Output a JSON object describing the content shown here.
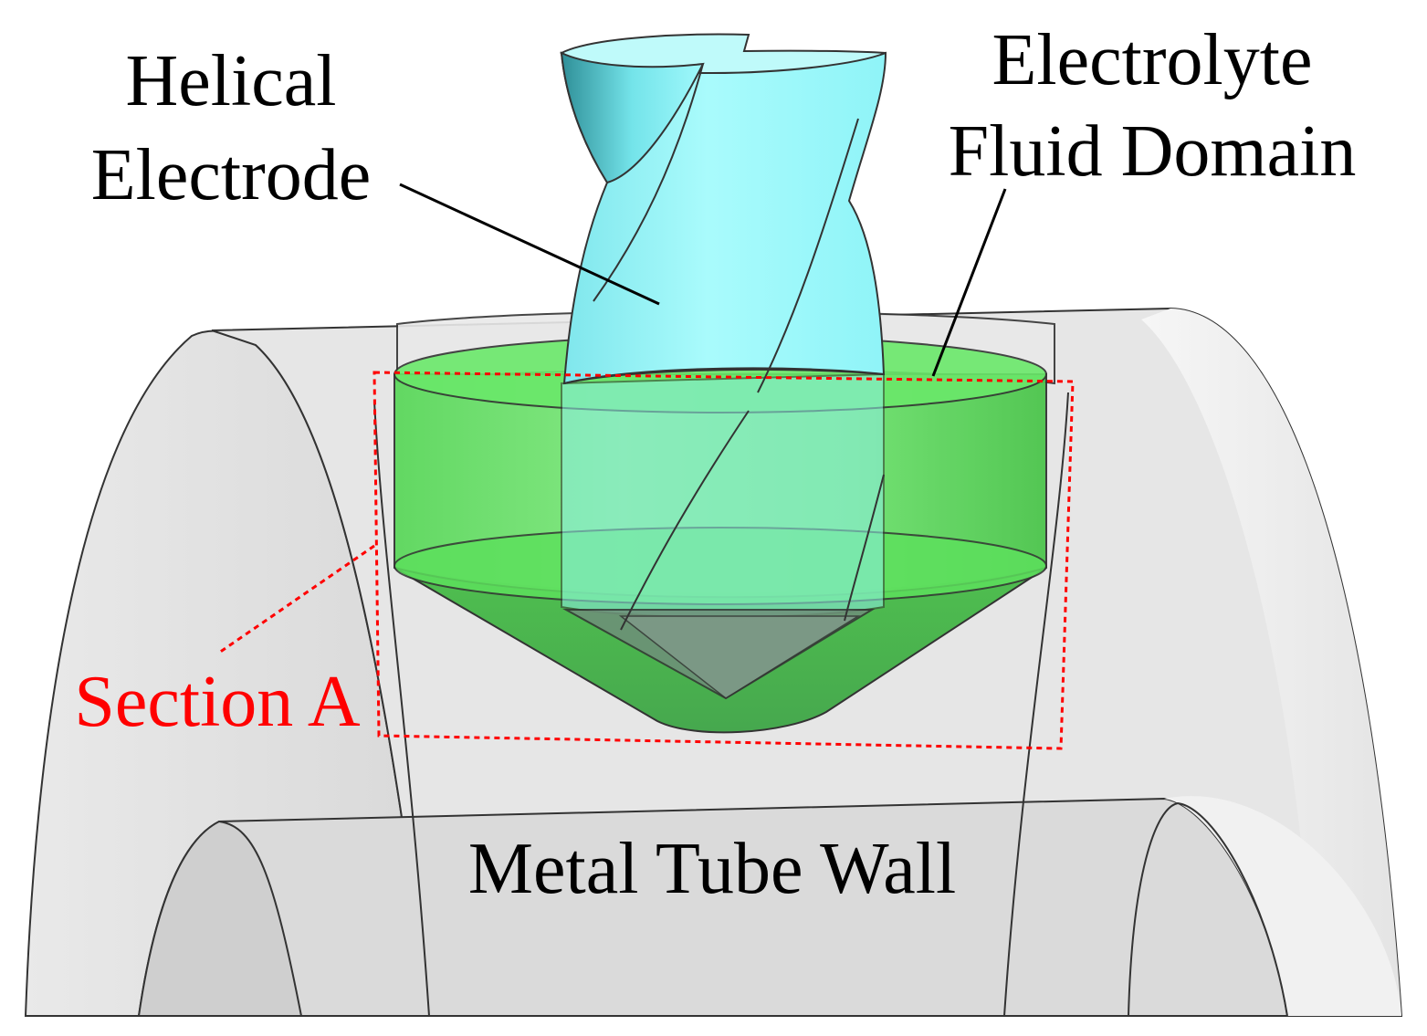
{
  "labels": {
    "electrode_line1": "Helical",
    "electrode_line2": "Electrode",
    "fluid_line1": "Electrolyte",
    "fluid_line2": "Fluid Domain",
    "section": "Section A",
    "tube": "Metal Tube Wall"
  },
  "colors": {
    "tube_fill": "#e6e6e6",
    "tube_shadow": "#cfcfcf",
    "tube_light": "#f2f2f2",
    "outline": "#333333",
    "electrode_fill": "#8ff4f8",
    "electrode_light": "#c8fbfc",
    "electrode_dark": "#3fa6ae",
    "fluid_fill": "#5fdc5f",
    "fluid_light": "#8ef08e",
    "fluid_dark": "#3fae4a",
    "tip_fill": "#7d9a86",
    "section_color": "#ff0000",
    "leader_color": "#000000"
  }
}
